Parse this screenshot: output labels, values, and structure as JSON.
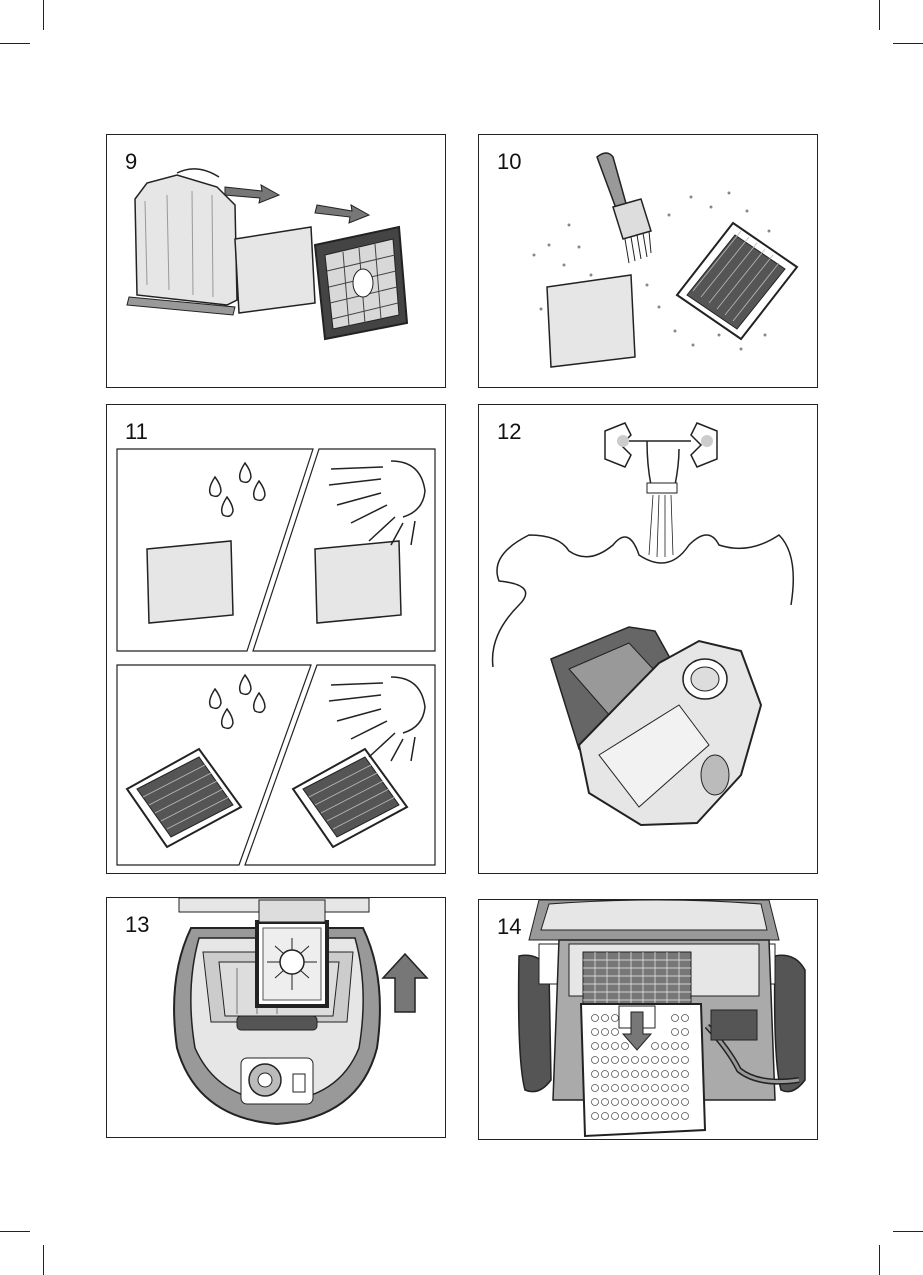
{
  "steps": [
    {
      "number": "9",
      "illustration": "remove-exhaust-filter-icon"
    },
    {
      "number": "10",
      "illustration": "brush-clean-filters-icon"
    },
    {
      "number": "11",
      "illustration": "wash-and-dry-filters-icon"
    },
    {
      "number": "12",
      "illustration": "rinse-dust-container-icon"
    },
    {
      "number": "13",
      "illustration": "reinsert-filter-icon"
    },
    {
      "number": "14",
      "illustration": "rear-grille-filter-icon"
    }
  ],
  "colors": {
    "line": "#222222",
    "fill_light": "#e6e6e6",
    "fill_mid": "#9a9a9a",
    "fill_dark": "#555555"
  }
}
